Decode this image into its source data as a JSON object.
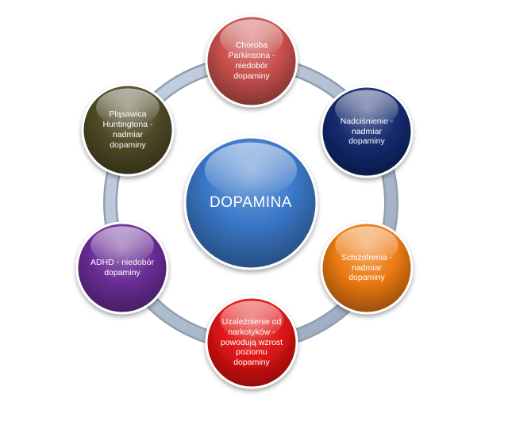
{
  "center": {
    "label": "DOPAMINA",
    "color": "#3a78c8"
  },
  "ring_color": "#b4c6dc",
  "nodes": [
    {
      "id": "parkinson",
      "label": "Choroba\nParkinsona  -\nniedobór\ndopaminy",
      "color": "#c8504d"
    },
    {
      "id": "hypertension",
      "label": "Nadciśnienie -\nnadmiar\ndopaminy",
      "color": "#142a6e"
    },
    {
      "id": "schizophrenia",
      "label": "Schizofrenia -\nnadmiar\ndopaminy",
      "color": "#ec7a12"
    },
    {
      "id": "addiction",
      "label": "Uzależnienie od\nnarkotyków  -\npowodują wzrost\npoziomu\ndopaminy",
      "color": "#e01414"
    },
    {
      "id": "adhd",
      "label": "ADHD - niedobór\ndopaminy",
      "color": "#6a2e96"
    },
    {
      "id": "huntington",
      "label": "Pląsawica\nHuntingtona -\nnadmiar\ndopaminy",
      "color": "#4e4a26"
    }
  ]
}
